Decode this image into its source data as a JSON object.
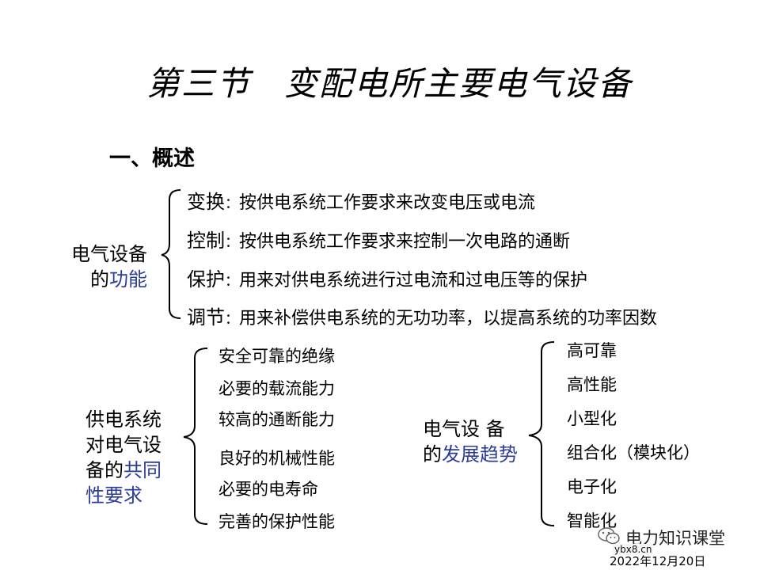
{
  "title": {
    "part1": "第三节",
    "part2": "变配电所主要电气设备"
  },
  "subheading": "一、概述",
  "functions": {
    "label_line1": "电气设备",
    "label_line2_prefix": "的",
    "label_line2_highlight": "功能",
    "items": [
      {
        "key": "变换",
        "colon": "：",
        "desc": "按供电系统工作要求来改变电压或电流"
      },
      {
        "key": "控制",
        "colon": "：",
        "desc": "按供电系统工作要求来控制一次电路的通断"
      },
      {
        "key": "保护",
        "colon": "：",
        "desc": "用来对供电系统进行过电流和过电压等的保护"
      },
      {
        "key": "调节",
        "colon": "：",
        "desc": "用来补偿供电系统的无功功率，以提高系统的功率因数"
      }
    ]
  },
  "requirements": {
    "label_line1": "供电系统",
    "label_line2": "对电气设",
    "label_line3_prefix": "备的",
    "label_line3_highlight": "共同",
    "label_line4": "性要求",
    "items": [
      "安全可靠的绝缘",
      "必要的载流能力",
      "较高的通断能力",
      "良好的机械性能",
      "必要的电寿命",
      "完善的保护性能"
    ]
  },
  "trends": {
    "label_line1": "电气设 备",
    "label_line2_prefix": "的",
    "label_line2_highlight": "发展趋势",
    "items": [
      "高可靠",
      "高性能",
      "小型化",
      "组合化（模块化）",
      "电子化",
      "智能化"
    ]
  },
  "watermark": {
    "brand": "电力知识课堂",
    "site": "ybx8.cn",
    "date": "2022年12月20日"
  },
  "colors": {
    "highlight": "#2c3c9c",
    "text": "#000000"
  }
}
